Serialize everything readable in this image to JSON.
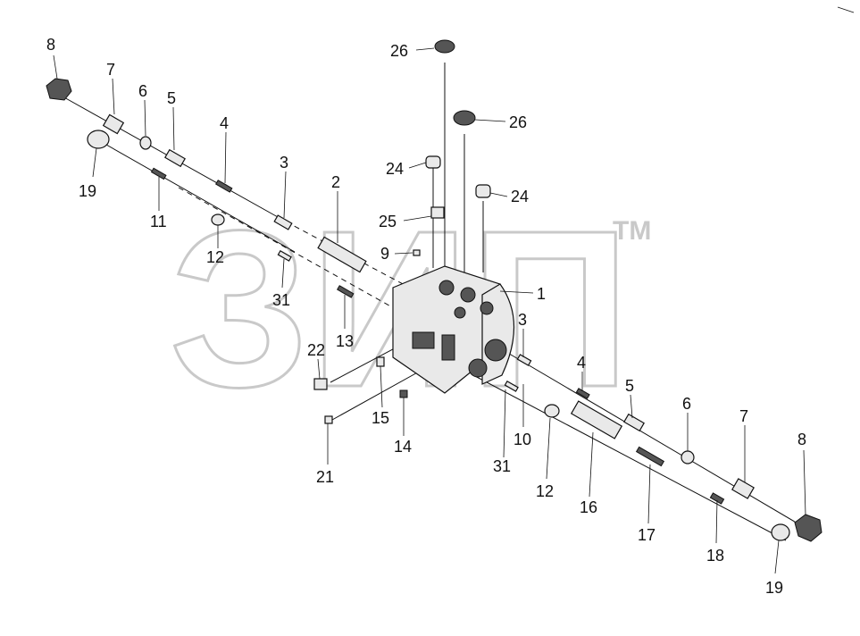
{
  "watermark": {
    "text": "ЗИП",
    "trademark": "TM"
  },
  "labels": {
    "l8a": "8",
    "l7a": "7",
    "l6a": "6",
    "l5a": "5",
    "l4a": "4",
    "l3a": "3",
    "l2": "2",
    "l19a": "19",
    "l11": "11",
    "l12a": "12",
    "l31a": "31",
    "l13": "13",
    "l9": "9",
    "l26a": "26",
    "l26b": "26",
    "l24a": "24",
    "l24b": "24",
    "l25": "25",
    "l1": "1",
    "l3b": "3",
    "l22": "22",
    "l15": "15",
    "l14": "14",
    "l21": "21",
    "l10": "10",
    "l31b": "31",
    "l12b": "12",
    "l16": "16",
    "l17": "17",
    "l4b": "4",
    "l5b": "5",
    "l6b": "6",
    "l7b": "7",
    "l8b": "8",
    "l18": "18",
    "l19b": "19"
  }
}
